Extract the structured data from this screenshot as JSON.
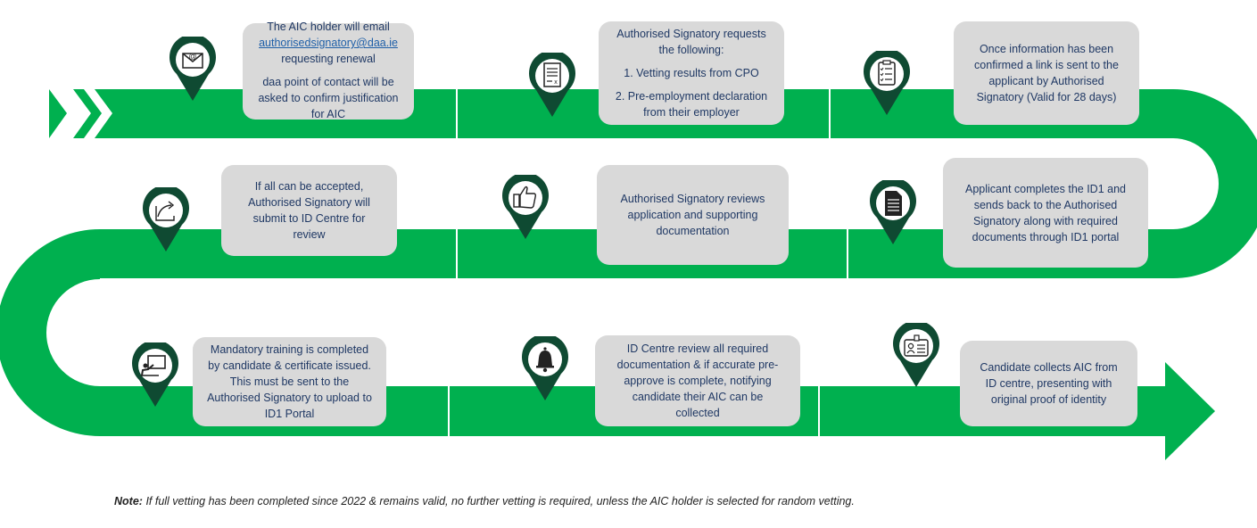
{
  "steps": [
    {
      "id": "step1",
      "icon": "email-icon",
      "lines": [
        "The AIC holder will email"
      ],
      "email": "authorisedsignatory@daa.ie",
      "after": [
        "requesting renewal"
      ],
      "extra": [
        "daa point of contact will be asked to confirm justification for AIC"
      ]
    },
    {
      "id": "step2",
      "icon": "checklist-document-icon",
      "lines": [
        "Authorised Signatory requests the following:"
      ],
      "items": [
        "1. Vetting results from CPO",
        "2. Pre-employment declaration from their employer"
      ]
    },
    {
      "id": "step3",
      "icon": "clipboard-checklist-icon",
      "lines": [
        "Once information has been confirmed a link is sent to the applicant by Authorised Signatory (Valid for 28 days)"
      ]
    },
    {
      "id": "step4",
      "icon": "document-icon",
      "lines": [
        "Applicant completes the ID1 and sends back to the Authorised Signatory along with required documents through ID1 portal"
      ]
    },
    {
      "id": "step5",
      "icon": "thumbs-up-icon",
      "lines": [
        "Authorised Signatory reviews application and supporting documentation"
      ]
    },
    {
      "id": "step6",
      "icon": "share-arrow-icon",
      "lines": [
        "If all can be accepted, Authorised Signatory will submit to ID Centre for review"
      ]
    },
    {
      "id": "step7",
      "icon": "training-presentation-icon",
      "lines": [
        "Mandatory training is completed by candidate & certificate issued. This must be sent to the Authorised Signatory to upload to ID1 Portal"
      ]
    },
    {
      "id": "step8",
      "icon": "bell-icon",
      "lines": [
        "ID Centre review all required documentation & if accurate pre-approve is complete, notifying candidate their AIC can be collected"
      ]
    },
    {
      "id": "step9",
      "icon": "id-badge-icon",
      "lines": [
        "Candidate collects AIC from ID centre, presenting with original proof of identity"
      ]
    }
  ],
  "note": {
    "label": "Note:",
    "text": "If full vetting has been completed since 2022 & remains valid, no further vetting is required, unless the AIC holder is selected for random vetting."
  },
  "colors": {
    "road": "#00b04f",
    "pin": "#0f4a32",
    "box": "#d9d9d9",
    "text": "#1f3864"
  }
}
